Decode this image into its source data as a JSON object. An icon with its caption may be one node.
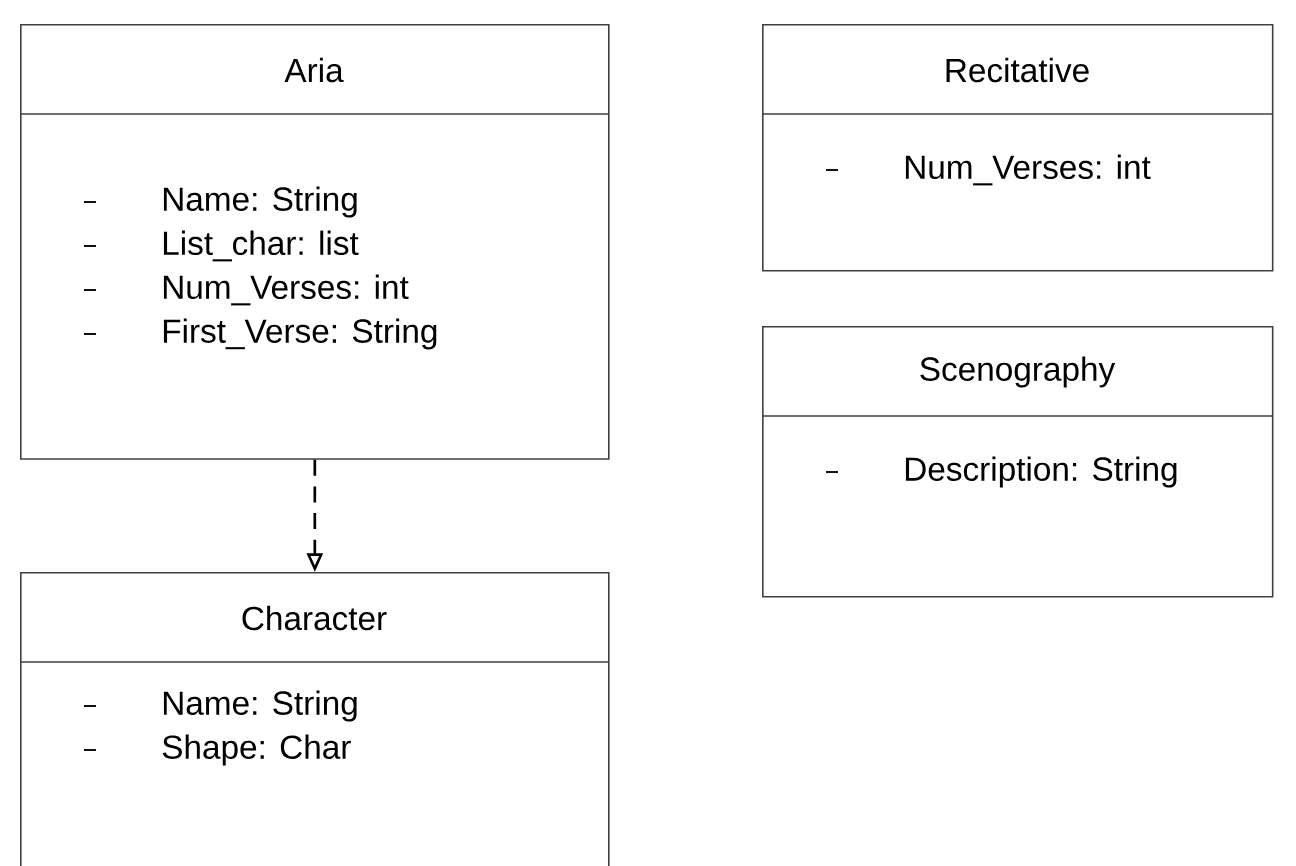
{
  "diagram": {
    "nodes": [
      {
        "text": [
          "Aria",
          "Name: String",
          "List_char: list",
          "Num_Verses: int",
          "First_Verse: String"
        ]
      },
      {
        "text": [
          "Recitative",
          "Num_Verses: int"
        ]
      },
      {
        "text": [
          "Scenography",
          "Description: String"
        ]
      },
      {
        "text": [
          "Character",
          "Name: String",
          "Shape: Char"
        ]
      }
    ],
    "edges": [
      {
        "from": 0,
        "to": 3,
        "arrow": "to",
        "style": "dashed"
      }
    ]
  }
}
